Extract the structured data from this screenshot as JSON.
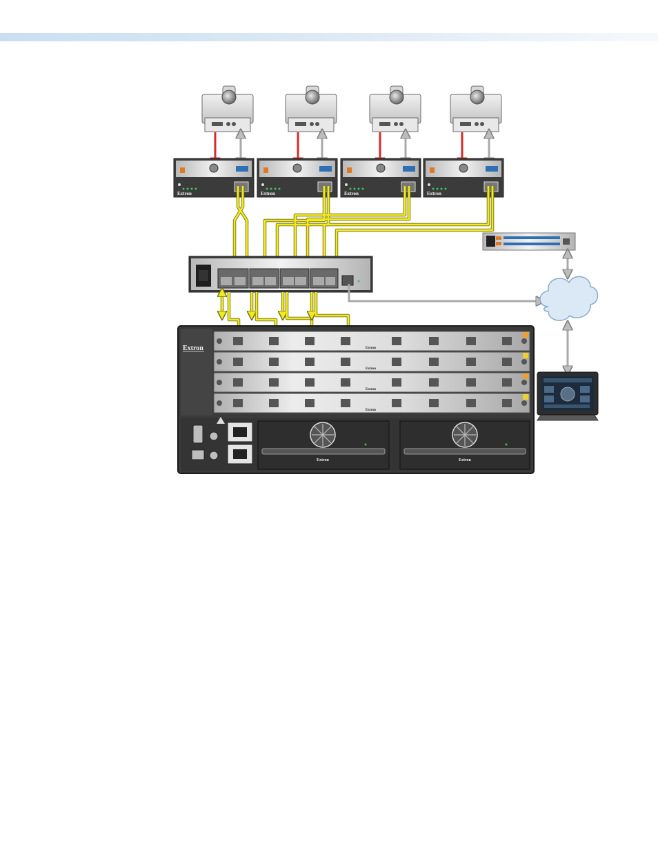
{
  "page": {
    "header_band_color": "#cfe2f3"
  },
  "colors": {
    "fiber": "#f2ea1e",
    "fiber_outline": "#6b6a1a",
    "video_cable": "#d42a2a",
    "control_cable": "#a9a9a9",
    "network_cloud": "#dbe9f7",
    "chassis_dark": "#3a3a3a",
    "panel_silver": "#cfcfcf"
  },
  "diagram": {
    "cameras": [
      {
        "name": "camera-1"
      },
      {
        "name": "camera-2"
      },
      {
        "name": "camera-3"
      },
      {
        "name": "camera-4"
      }
    ],
    "transmitters": [
      {
        "brand": "Extron"
      },
      {
        "brand": "Extron"
      },
      {
        "brand": "Extron"
      },
      {
        "brand": "Extron"
      }
    ],
    "controller": {
      "brand": ""
    },
    "matrix": {
      "brand": "Extron",
      "card_brand": "Extron",
      "psu_brand": "Extron",
      "card_rows": 4
    },
    "network": {
      "icon": "cloud-icon"
    },
    "touchpanel": {
      "icon": "touchpanel-icon"
    }
  }
}
